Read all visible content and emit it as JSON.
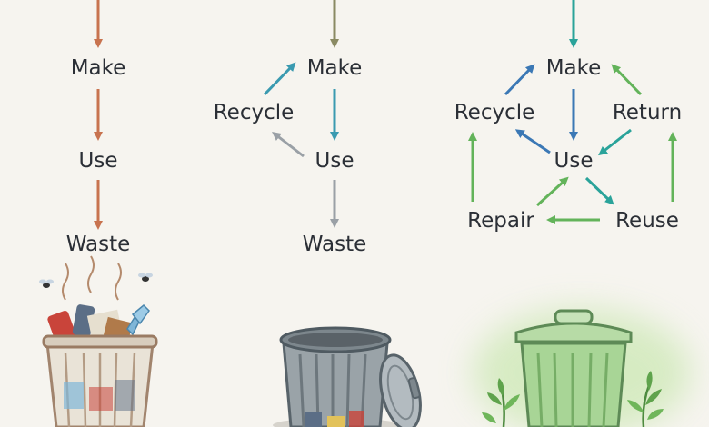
{
  "linear": {
    "make": "Make",
    "use": "Use",
    "waste": "Waste"
  },
  "recycling": {
    "make": "Make",
    "recycle": "Recycle",
    "use": "Use",
    "waste": "Waste"
  },
  "circular": {
    "make": "Make",
    "recycle": "Recycle",
    "return": "Return",
    "use": "Use",
    "repair": "Repair",
    "reuse": "Reuse"
  },
  "colors": {
    "linear_arrow": "#c8734f",
    "recycling_arrow_primary": "#3a9ab0",
    "recycling_arrow_gray": "#9aa0a6",
    "circular_blue": "#3b78b5",
    "circular_teal": "#2aa39a",
    "circular_green": "#63b35a",
    "background": "#f6f4ef"
  },
  "icons": {
    "linear": "overflowing-trash-bin-icon",
    "recycling": "open-metal-trash-can-icon",
    "circular": "green-bin-with-plants-icon"
  }
}
